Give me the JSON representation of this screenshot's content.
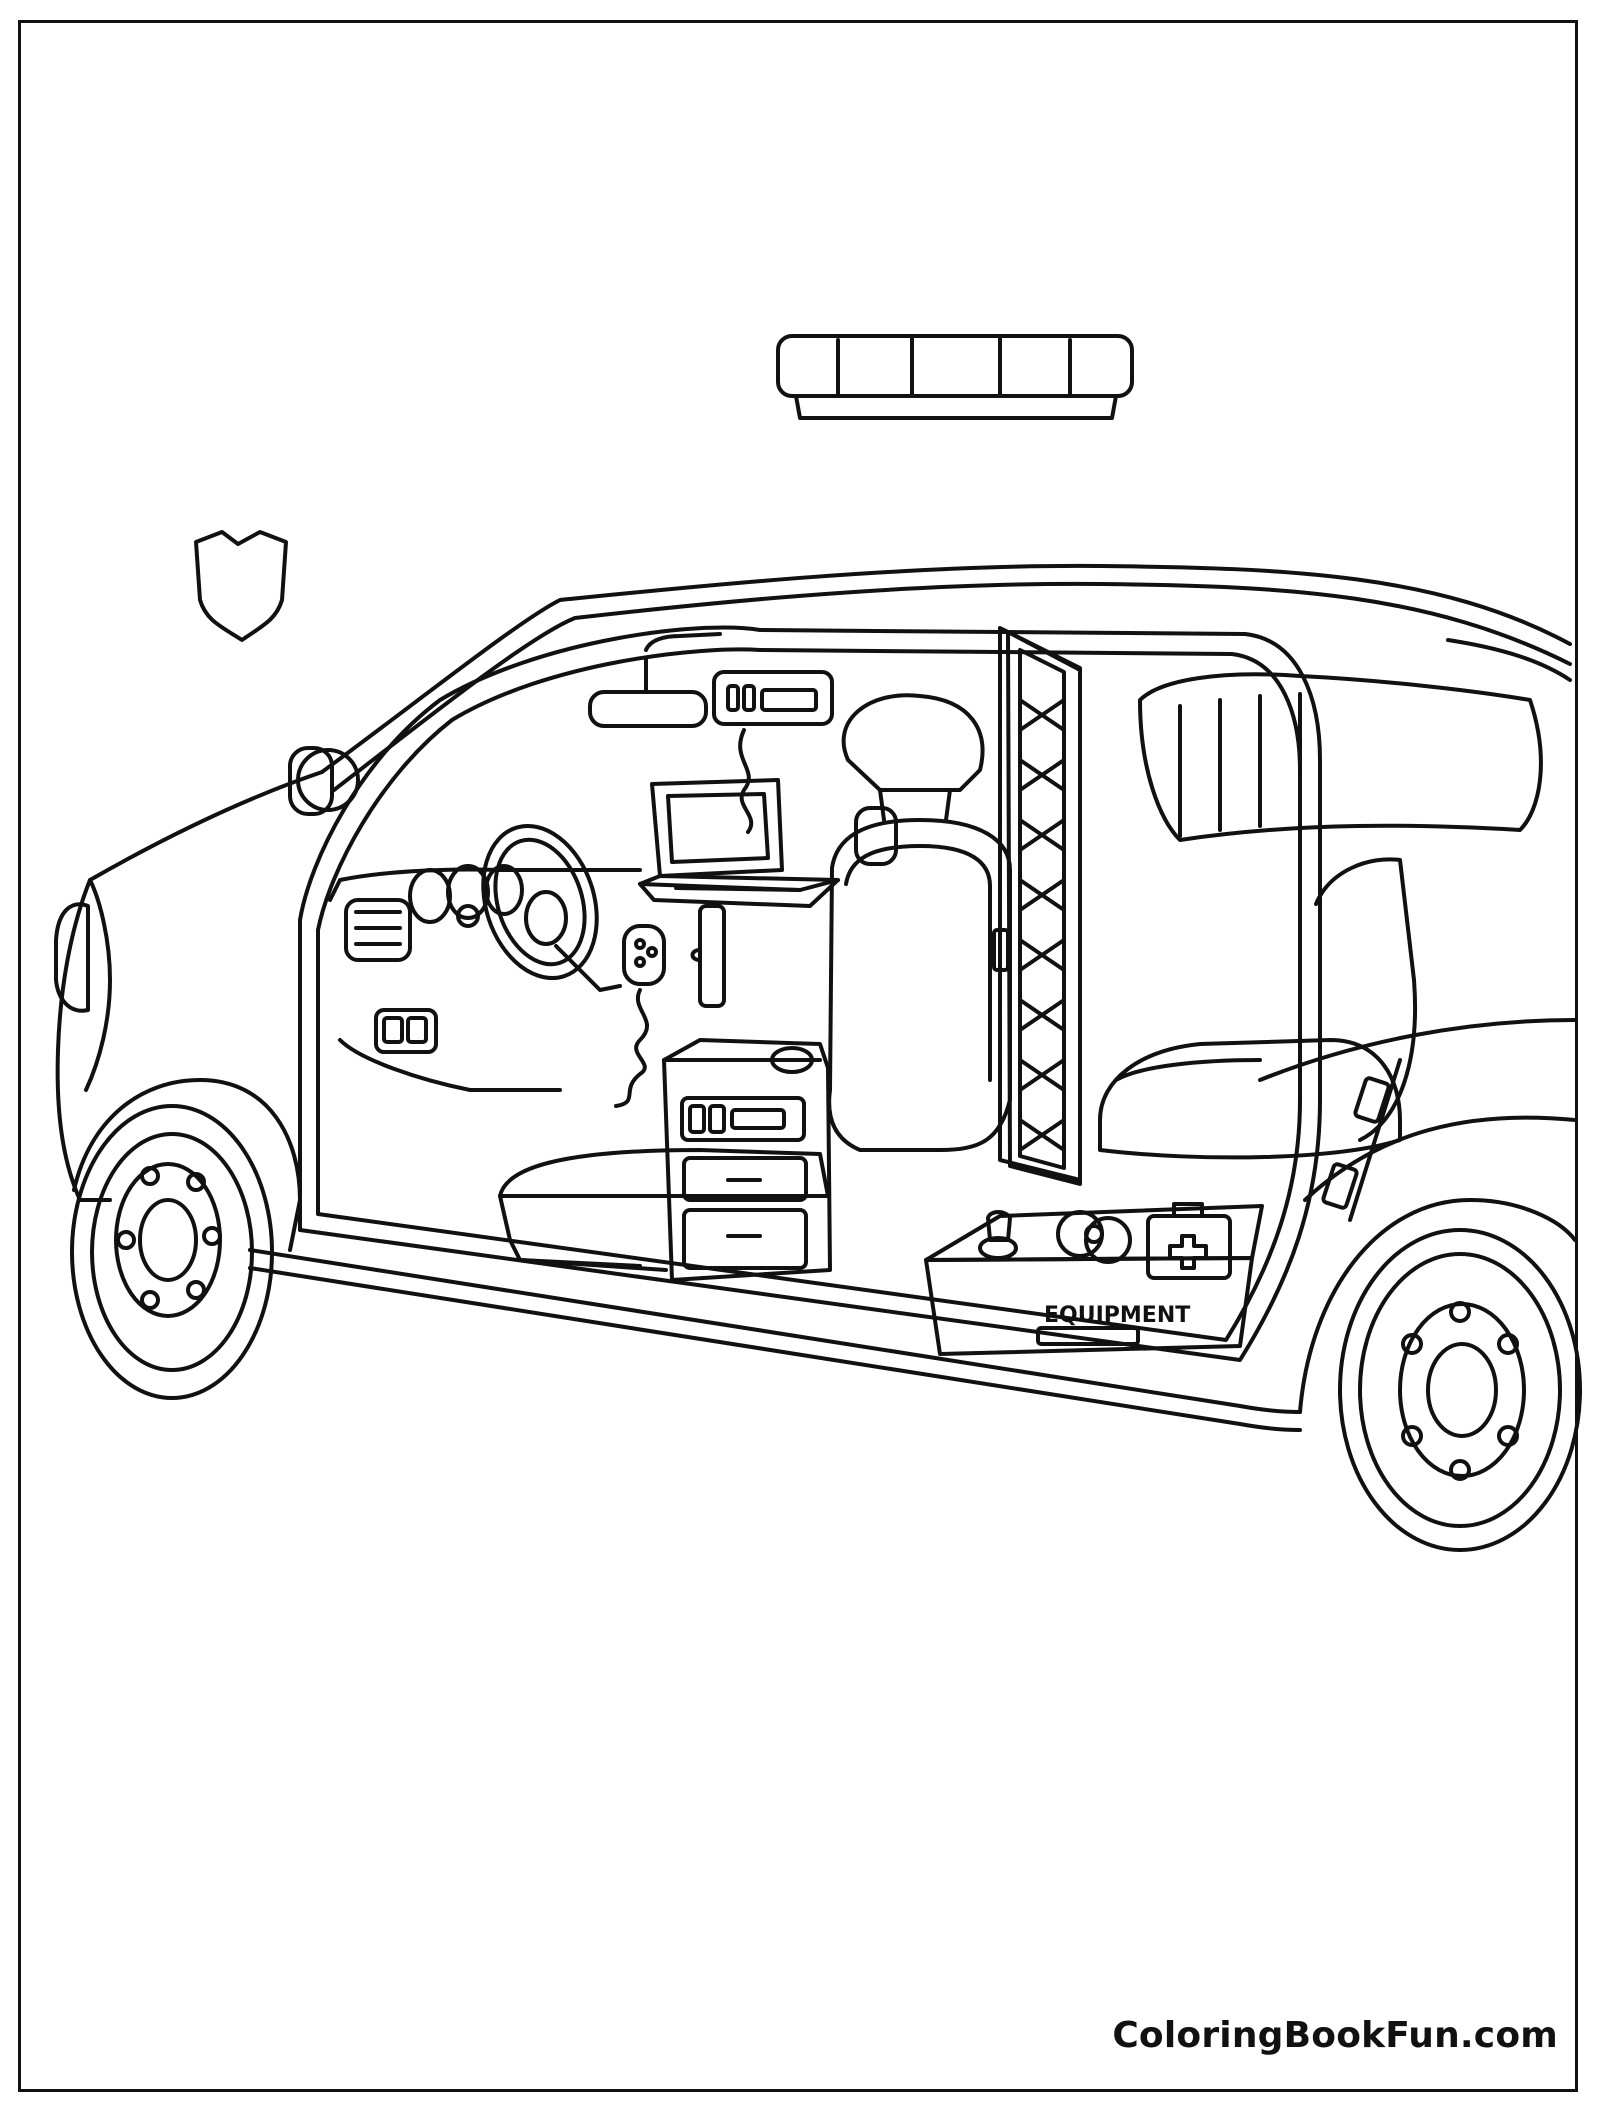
{
  "page": {
    "watermark": "ColoringBookFun.com",
    "ink_color": "#111111",
    "paper_color": "#ffffff"
  },
  "illustration": {
    "subject": "police car cutaway interior line art",
    "labels": {
      "equipment_box": "EQUIPMENT"
    },
    "icons": [
      "police-badge-icon",
      "first-aid-cross-icon",
      "flashlight-icon",
      "handcuffs-icon"
    ]
  }
}
